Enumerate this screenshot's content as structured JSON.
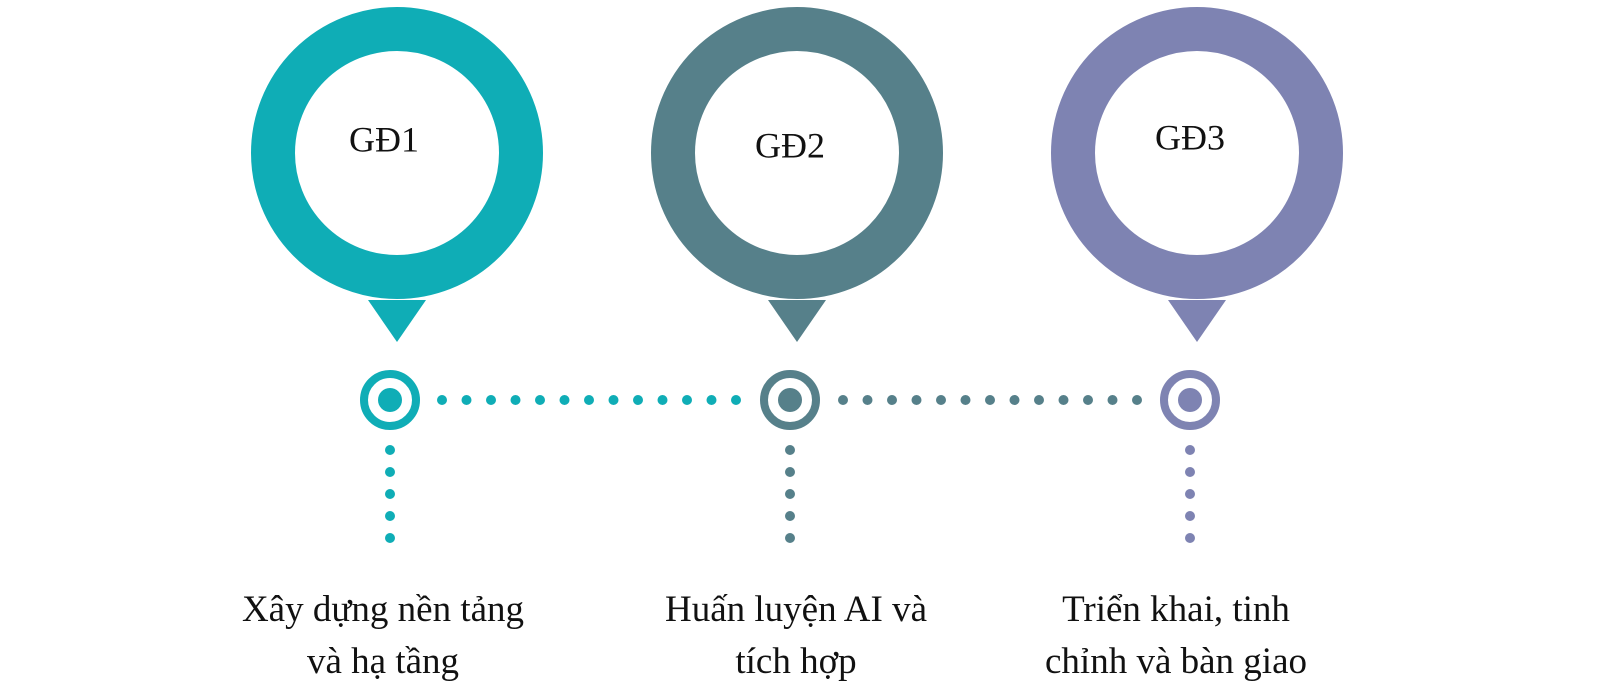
{
  "phases": [
    {
      "label": "GĐ1",
      "color": "#0FADB6",
      "description_lines": [
        "Xây dựng nền tảng",
        "và hạ tầng"
      ]
    },
    {
      "label": "GĐ2",
      "color": "#56808A",
      "description_lines": [
        "Huấn luyện AI và",
        "tích hợp"
      ]
    },
    {
      "label": "GĐ3",
      "color": "#7E83B2",
      "description_lines": [
        "Triển khai, tinh",
        "chỉnh và bàn giao"
      ]
    }
  ]
}
